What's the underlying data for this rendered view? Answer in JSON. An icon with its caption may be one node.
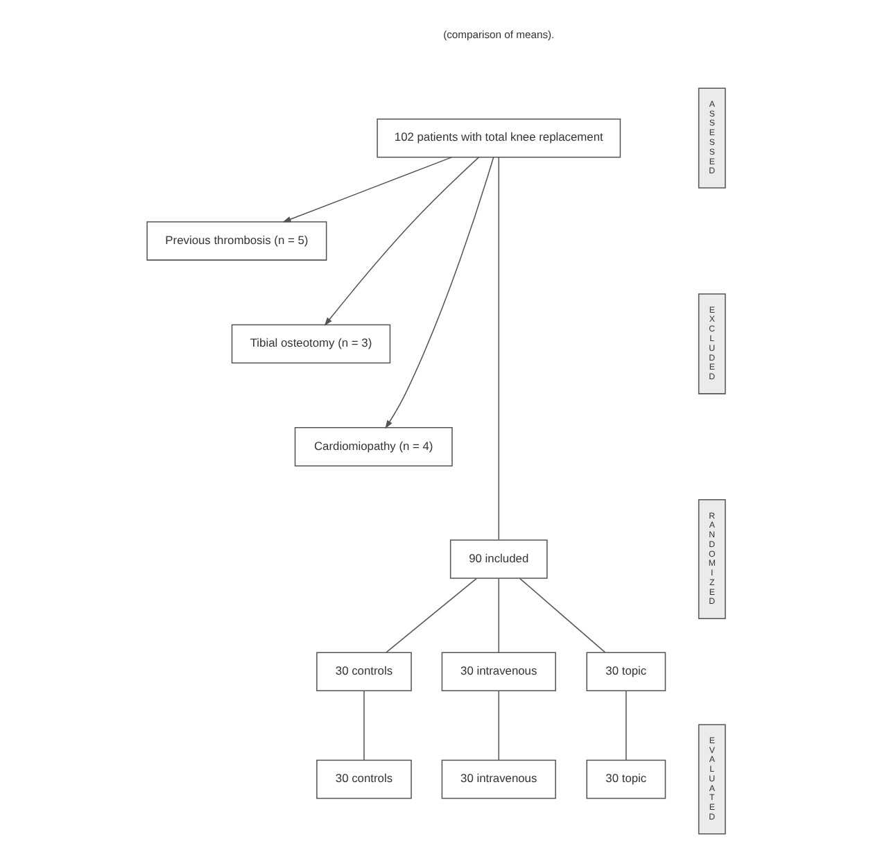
{
  "diagram": {
    "nodes": [
      {
        "text": [
          "102 patients with total knee replacement"
        ]
      },
      {
        "text": [
          "Previous thrombosis (n = 5)"
        ]
      },
      {
        "text": [
          "Tibial osteotomy (n = 3)"
        ]
      },
      {
        "text": [
          "Cardiomiopathy (n = 4)"
        ]
      },
      {
        "text": [
          "90 included"
        ]
      },
      {
        "text": [
          "30 controls"
        ]
      },
      {
        "text": [
          "30 intravenous"
        ]
      },
      {
        "text": [
          "30 topic"
        ]
      },
      {
        "text": [
          "30 controls"
        ]
      },
      {
        "text": [
          "30 intravenous"
        ]
      },
      {
        "text": [
          "30 topic"
        ]
      },
      {
        "text": [
          "ASSESSED"
        ]
      },
      {
        "text": [
          "EXCLUDED"
        ]
      },
      {
        "text": [
          "RANDOMIZED"
        ]
      },
      {
        "text": [
          "EVALUATED"
        ]
      }
    ],
    "edges": [
      {
        "from": 0,
        "to": 1,
        "arrow": "to"
      },
      {
        "from": 0,
        "to": 2,
        "arrow": "to"
      },
      {
        "from": 0,
        "to": 3,
        "arrow": "to"
      },
      {
        "from": 0,
        "to": 4,
        "arrow": "none"
      },
      {
        "from": 4,
        "to": 5,
        "arrow": "none"
      },
      {
        "from": 4,
        "to": 6,
        "arrow": "none"
      },
      {
        "from": 4,
        "to": 7,
        "arrow": "none"
      },
      {
        "from": 5,
        "to": 8,
        "arrow": "none"
      },
      {
        "from": 6,
        "to": 9,
        "arrow": "none"
      },
      {
        "from": 7,
        "to": 10,
        "arrow": "none"
      }
    ],
    "labels": [
      "(comparison of means)."
    ]
  }
}
